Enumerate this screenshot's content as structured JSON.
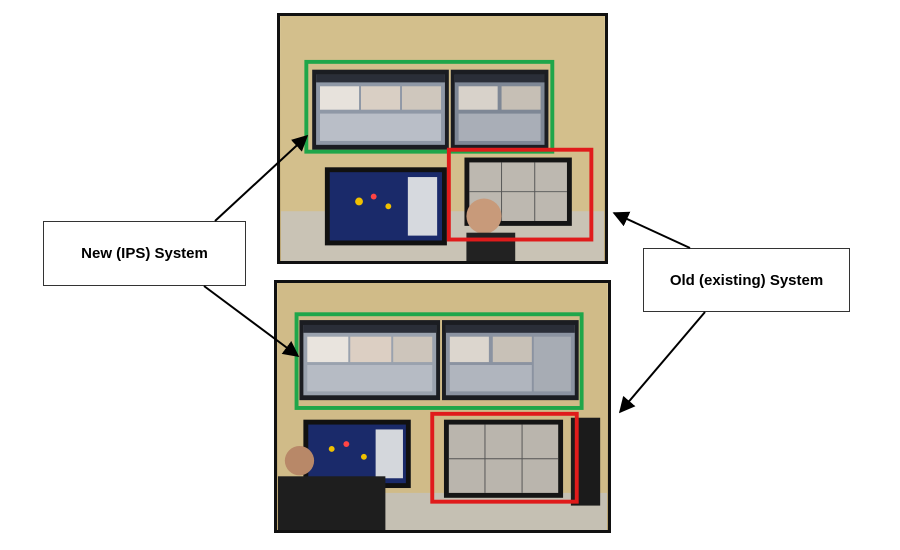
{
  "labels": {
    "new_system": "New (IPS) System",
    "old_system": "Old (existing) System"
  },
  "colors": {
    "new_system_outline": "#1fa64a",
    "old_system_outline": "#e01b1b",
    "arrow": "#000000",
    "photo_border": "#111111"
  },
  "photos": [
    {
      "name": "control-room-photo-top"
    },
    {
      "name": "control-room-photo-bottom"
    }
  ]
}
